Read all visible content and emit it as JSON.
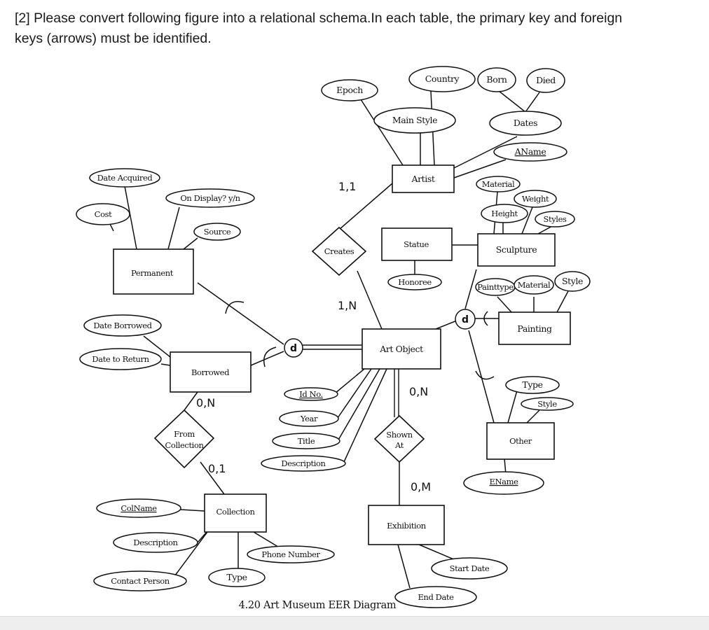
{
  "question": {
    "line1": "[2] Please convert following figure into a relational schema.In each table, the primary key and foreign",
    "line2": "keys (arrows) must be identified."
  },
  "diagram": {
    "caption": "4.20 Art Museum EER Diagram",
    "entities": {
      "artist": "Artist",
      "statue": "Statue",
      "sculpture": "Sculpture",
      "painting": "Painting",
      "art_object": "Art Object",
      "other": "Other",
      "permanent": "Permanent",
      "borrowed": "Borrowed",
      "collection": "Collection",
      "exhibition": "Exhibition"
    },
    "relationships": {
      "creates": "Creates",
      "shown_at_1": "Shown",
      "shown_at_2": "At",
      "from_collection_1": "From",
      "from_collection_2": "Collection"
    },
    "attributes": {
      "epoch": "Epoch",
      "country": "Country",
      "born": "Born",
      "died": "Died",
      "main_style": "Main Style",
      "dates": "Dates",
      "aname": "AName",
      "material": "Material",
      "weight": "Weight",
      "height": "Height",
      "styles": "Styles",
      "honoree": "Honoree",
      "painttype": "Painttype",
      "painting_material": "Material",
      "painting_style": "Style",
      "date_acquired": "Date Acquired",
      "on_display": "On Display? y/n",
      "cost": "Cost",
      "source": "Source",
      "date_borrowed": "Date Borrowed",
      "date_to_return": "Date to Return",
      "id_no": "Id No.",
      "year": "Year",
      "title": "Title",
      "description": "Description",
      "other_type": "Type",
      "other_style": "Style",
      "ename": "EName",
      "colname": "ColName",
      "col_description": "Description",
      "contact_person": "Contact Person",
      "phone_number": "Phone Number",
      "col_type": "Type",
      "start_date": "Start Date",
      "end_date": "End Date"
    },
    "cardinalities": {
      "creates_artist": "1,1",
      "creates_art": "1,N",
      "shown_art": "0,N",
      "shown_exhibition": "0,M",
      "from_borrowed": "0,N",
      "from_collection": "0,1"
    },
    "specialization": {
      "art_subclass": "d",
      "source_subclass": "d"
    }
  }
}
